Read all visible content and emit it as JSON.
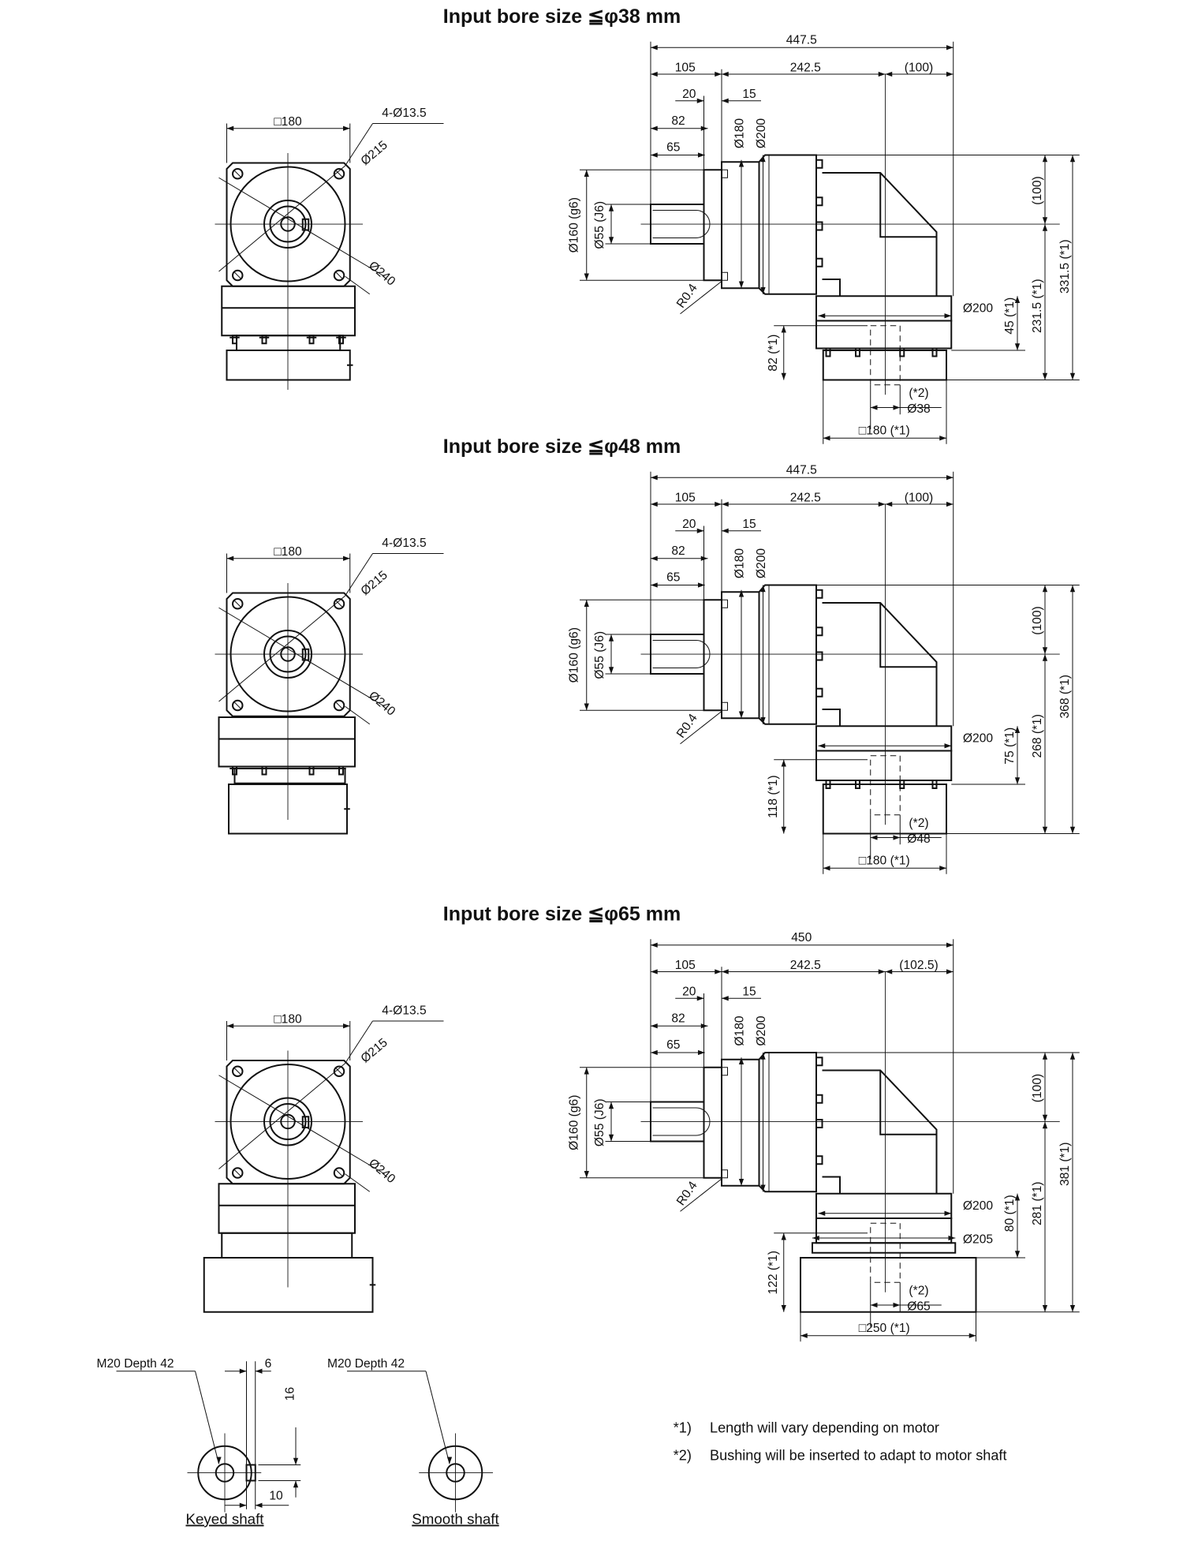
{
  "sections": [
    {
      "title": "Input bore size  ≦φ38 mm",
      "front": {
        "square": "□180",
        "holes": "4-Ø13.5",
        "pcd": "Ø215",
        "outer": "Ø240"
      },
      "side": {
        "overall": "447.5",
        "len_a": "105",
        "len_b": "242.5",
        "len_c": "(100)",
        "d20": "20",
        "d15": "15",
        "d82": "82",
        "d65": "65",
        "dia180": "Ø180",
        "dia200": "Ø200",
        "dia160": "Ø160 (g6)",
        "dia55": "Ø55 (J6)",
        "radius": "R0.4",
        "dia200_low": "Ø200",
        "h100": "(100)",
        "h_adapter": "45 (*1)",
        "h_mid": "231.5 (*1)",
        "h_total": "331.5 (*1)",
        "h_motor": "82 (*1)",
        "note2": "(*2)",
        "bore": "Ø38",
        "motor_square": "□180 (*1)"
      }
    },
    {
      "title": "Input bore size  ≦φ48 mm",
      "front": {
        "square": "□180",
        "holes": "4-Ø13.5",
        "pcd": "Ø215",
        "outer": "Ø240"
      },
      "side": {
        "overall": "447.5",
        "len_a": "105",
        "len_b": "242.5",
        "len_c": "(100)",
        "d20": "20",
        "d15": "15",
        "d82": "82",
        "d65": "65",
        "dia180": "Ø180",
        "dia200": "Ø200",
        "dia160": "Ø160 (g6)",
        "dia55": "Ø55 (J6)",
        "radius": "R0.4",
        "dia200_low": "Ø200",
        "h100": "(100)",
        "h_adapter": "75 (*1)",
        "h_mid": "268 (*1)",
        "h_total": "368 (*1)",
        "h_motor": "118 (*1)",
        "note2": "(*2)",
        "bore": "Ø48",
        "motor_square": "□180 (*1)"
      }
    },
    {
      "title": "Input bore size  ≦φ65 mm",
      "front": {
        "square": "□180",
        "holes": "4-Ø13.5",
        "pcd": "Ø215",
        "outer": "Ø240"
      },
      "side": {
        "overall": "450",
        "len_a": "105",
        "len_b": "242.5",
        "len_c": "(102.5)",
        "d20": "20",
        "d15": "15",
        "d82": "82",
        "d65": "65",
        "dia180": "Ø180",
        "dia200": "Ø200",
        "dia160": "Ø160 (g6)",
        "dia55": "Ø55 (J6)",
        "radius": "R0.4",
        "dia200_low": "Ø200",
        "dia205": "Ø205",
        "h100": "(100)",
        "h_adapter": "80 (*1)",
        "h_mid": "281 (*1)",
        "h_total": "381 (*1)",
        "h_motor": "122 (*1)",
        "note2": "(*2)",
        "bore": "Ø65",
        "motor_square": "□250 (*1)"
      }
    }
  ],
  "shafts": {
    "keyed": {
      "thread": "M20 Depth 42",
      "key_width": "6",
      "key_height": "16",
      "key_offset": "10",
      "caption": "Keyed shaft"
    },
    "smooth": {
      "thread": "M20 Depth 42",
      "caption": "Smooth shaft"
    }
  },
  "notes": [
    {
      "mark": "*1)",
      "text": "Length will vary depending on motor"
    },
    {
      "mark": "*2)",
      "text": "Bushing will be inserted to adapt to motor shaft"
    }
  ]
}
